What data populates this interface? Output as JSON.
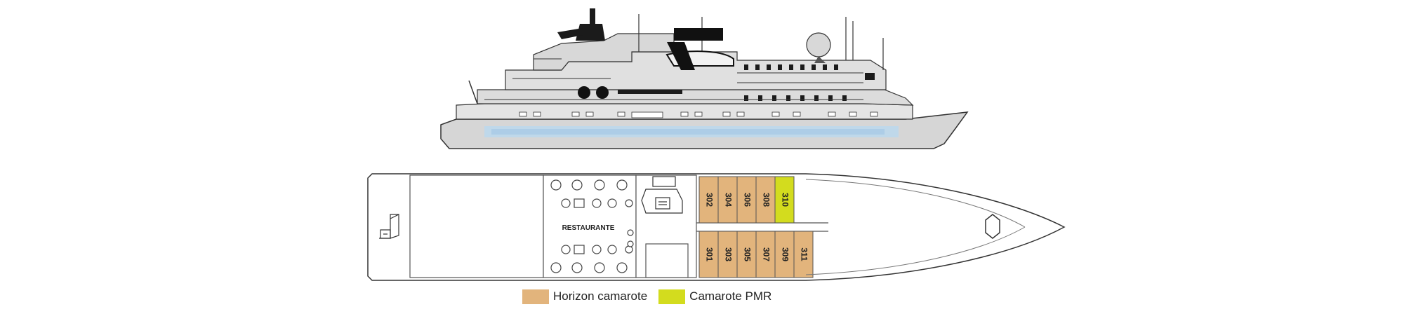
{
  "deck_plan": {
    "room_label": "RESTAURANTE",
    "cabins_top": [
      {
        "number": "302",
        "category": "horizon"
      },
      {
        "number": "304",
        "category": "horizon"
      },
      {
        "number": "306",
        "category": "horizon"
      },
      {
        "number": "308",
        "category": "horizon"
      },
      {
        "number": "310",
        "category": "pmr"
      }
    ],
    "cabins_bottom": [
      {
        "number": "301",
        "category": "horizon"
      },
      {
        "number": "303",
        "category": "horizon"
      },
      {
        "number": "305",
        "category": "horizon"
      },
      {
        "number": "307",
        "category": "horizon"
      },
      {
        "number": "309",
        "category": "horizon"
      },
      {
        "number": "311",
        "category": "horizon"
      }
    ]
  },
  "legend": [
    {
      "label": "Horizon camarote",
      "color": "#e2b47c"
    },
    {
      "label": "Camarote PMR",
      "color": "#d3dc1e"
    }
  ],
  "colors": {
    "horizon": "#e2b47c",
    "pmr": "#d3dc1e",
    "hull": "#d6d6d6",
    "waterline": "#bcd8ec",
    "outline": "#333333"
  }
}
